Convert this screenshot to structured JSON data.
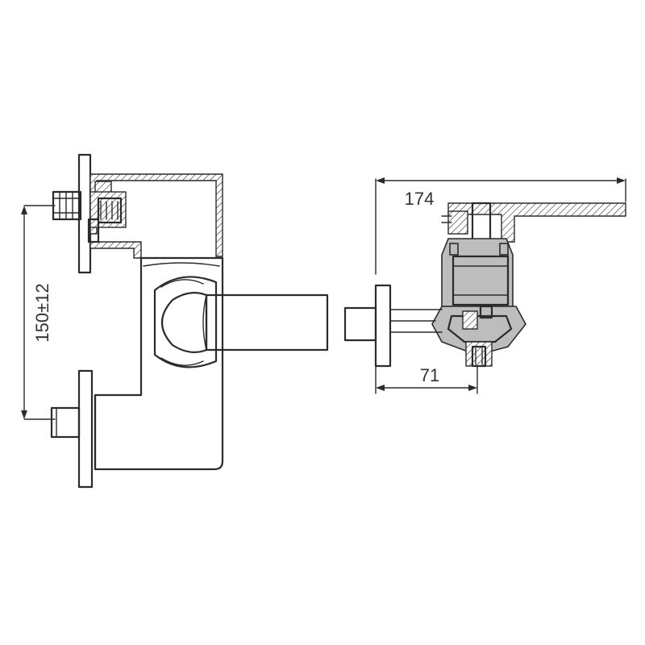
{
  "dimensions": {
    "height_spacing": "150±12",
    "total_depth": "174",
    "wall_offset": "71"
  },
  "colors": {
    "line": "#2b2b2b",
    "section_fill": "#bdbdbd",
    "background": "#ffffff"
  }
}
